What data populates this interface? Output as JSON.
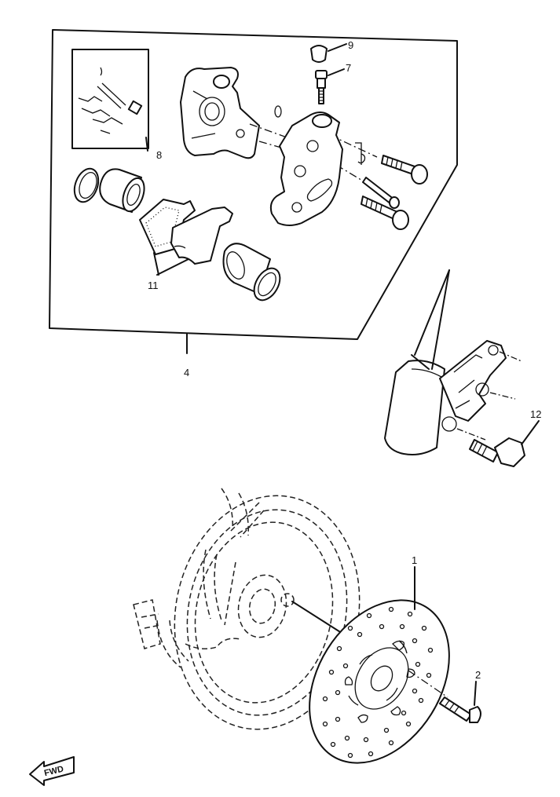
{
  "callouts": {
    "c1": "1",
    "c2": "2",
    "c4": "4",
    "c7": "7",
    "c8": "8",
    "c9": "9",
    "c11": "11",
    "c12": "12"
  },
  "fwd_label": "FWD"
}
